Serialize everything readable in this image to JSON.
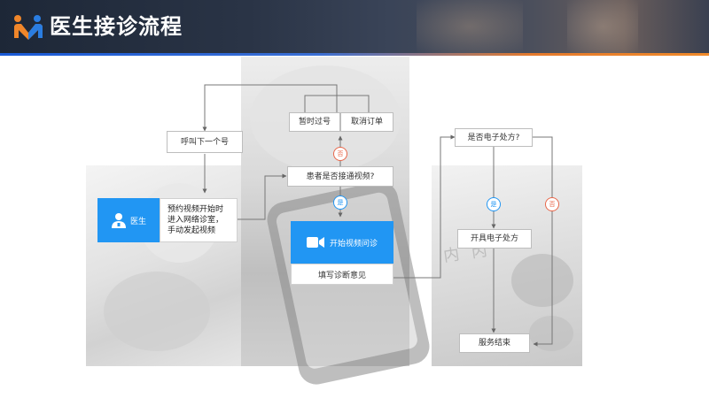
{
  "header": {
    "title": "医生接诊流程",
    "colors": {
      "logo_orange": "#f0862a",
      "logo_blue": "#2a7de1",
      "accent_blue": "#2196f3",
      "no_red": "#e8674a"
    }
  },
  "backdrop": {
    "paper_text": "内 丙"
  },
  "flow": {
    "call_next": "呼叫下一个号",
    "doctor_label": "医生",
    "doctor_note": [
      "预约视频开始时",
      "进入网络诊室，",
      "手动发起视频"
    ],
    "pause": "暂时过号",
    "cancel": "取消订单",
    "patient_accept": "患者是否接通视频?",
    "start_video": "开始视频问诊",
    "write_opinion": "填写诊断意见",
    "e_prescription": "是否电子处方?",
    "issue_prescription": "开具电子处方",
    "end_service": "服务结束",
    "yes": "是",
    "no": "否"
  },
  "icons": {
    "logo": "people-logo-icon",
    "doctor": "doctor-icon",
    "video": "video-camera-icon"
  }
}
